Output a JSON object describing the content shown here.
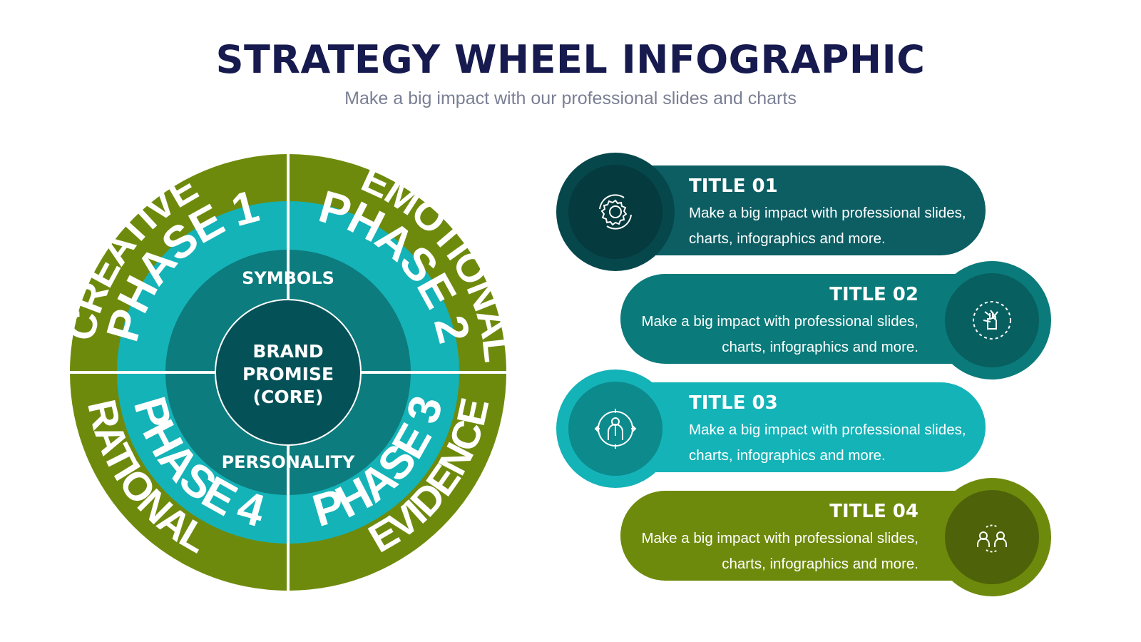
{
  "header": {
    "title": "STRATEGY WHEEL INFOGRAPHIC",
    "subtitle": "Make a big impact with our professional slides and charts"
  },
  "colors": {
    "title": "#161a4e",
    "subtitle": "#7a7f94",
    "olive": "#6e8a0c",
    "teal_light": "#14b3b8",
    "teal_mid": "#0d7c7e",
    "teal_dark": "#055158",
    "white": "#ffffff"
  },
  "wheel": {
    "core": [
      "BRAND",
      "PROMISE",
      "(CORE)"
    ],
    "ring_labels": {
      "upper": "SYMBOLS",
      "lower": "PERSONALITY"
    },
    "phases": [
      "PHASE 1",
      "PHASE 2",
      "PHASE 3",
      "PHASE 4"
    ],
    "outer_labels": [
      "CREATIVE",
      "EMOTIONAL",
      "EVIDENCE",
      "RATIONAL"
    ]
  },
  "cards": [
    {
      "title": "TITLE 01",
      "desc": "Make a big impact with professional slides, charts, infographics and more.",
      "icon": "gear-cycle-icon",
      "color": "#0c5e63",
      "icon_bg": "#06474c",
      "icon_inner": "#053a3e"
    },
    {
      "title": "TITLE 02",
      "desc": "Make a big impact with professional slides, charts, infographics and more.",
      "icon": "teamwork-hands-icon",
      "color": "#0a7a7a",
      "icon_bg": "#0a7a7a",
      "icon_inner": "#085f60"
    },
    {
      "title": "TITLE 03",
      "desc": "Make a big impact with professional slides, charts, infographics and more.",
      "icon": "businessman-target-icon",
      "color": "#14b3b8",
      "icon_bg": "#14b3b8",
      "icon_inner": "#0c8a8c"
    },
    {
      "title": "TITLE 04",
      "desc": "Make a big impact with professional slides, charts, infographics and more.",
      "icon": "people-exchange-icon",
      "color": "#6e8a0c",
      "icon_bg": "#6e8a0c",
      "icon_inner": "#4e6209"
    }
  ]
}
